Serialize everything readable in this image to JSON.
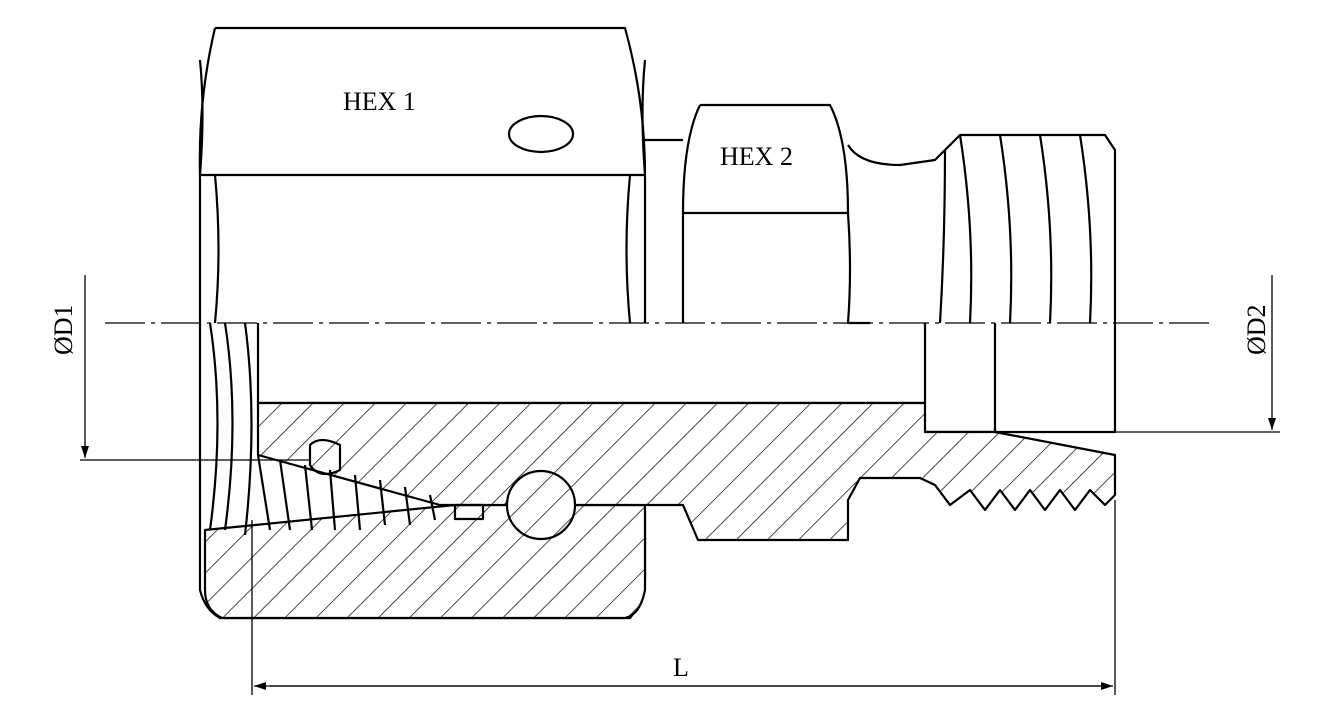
{
  "labels": {
    "hex1": "HEX 1",
    "hex2": "HEX 2",
    "d1": "ØD1",
    "d2": "ØD2",
    "length": "L"
  },
  "colors": {
    "line": "#000000",
    "background": "#ffffff"
  }
}
